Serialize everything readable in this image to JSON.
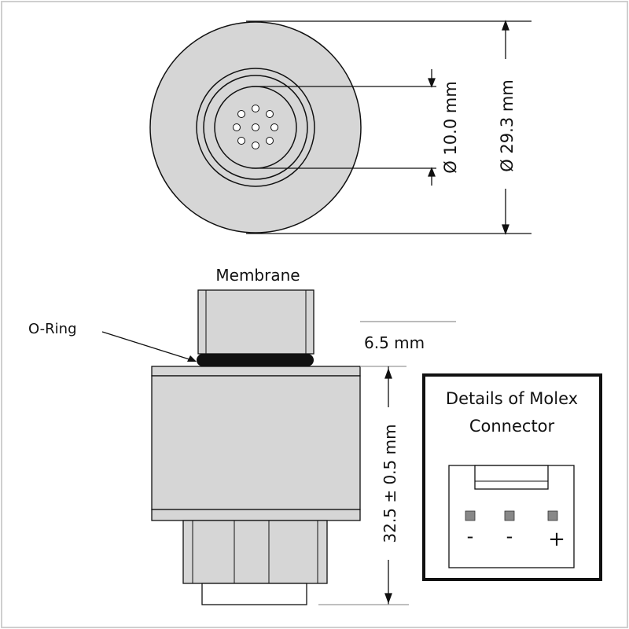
{
  "top_view": {
    "inner_diameter_label": "Ø 10.0 mm",
    "outer_diameter_label": "Ø 29.3 mm"
  },
  "side_view": {
    "membrane_label": "Membrane",
    "oring_label": "O-Ring",
    "cap_height_label": "6.5 mm",
    "body_height_label": "32.5 ± 0.5 mm"
  },
  "molex_box": {
    "title_line1": "Details of Molex",
    "title_line2": "Connector",
    "pin_labels": [
      "-",
      "-",
      "+"
    ]
  },
  "colors": {
    "body_fill": "#d6d6d6",
    "stroke": "#111111",
    "oring": "#111111",
    "pin": "#888888"
  }
}
